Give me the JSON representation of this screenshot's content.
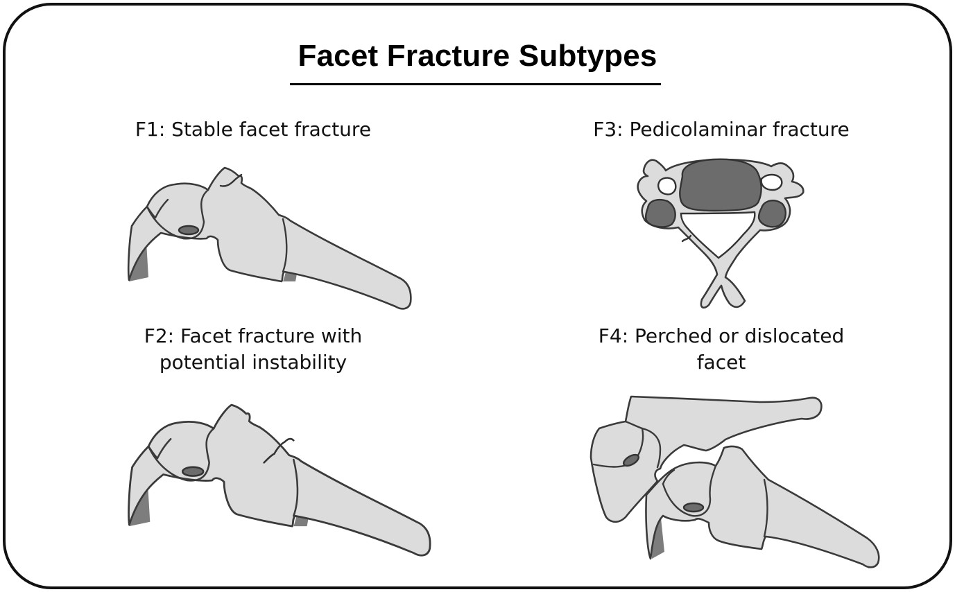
{
  "title": "Facet Fracture Subtypes",
  "panels": [
    {
      "id": "F1",
      "label_lines": [
        "F1: Stable facet fracture"
      ]
    },
    {
      "id": "F2",
      "label_lines": [
        "F2: Facet fracture with",
        "potential instability"
      ]
    },
    {
      "id": "F3",
      "label_lines": [
        "F3: Pedicolaminar fracture"
      ]
    },
    {
      "id": "F4",
      "label_lines": [
        "F4: Perched or dislocated",
        "facet"
      ]
    }
  ]
}
